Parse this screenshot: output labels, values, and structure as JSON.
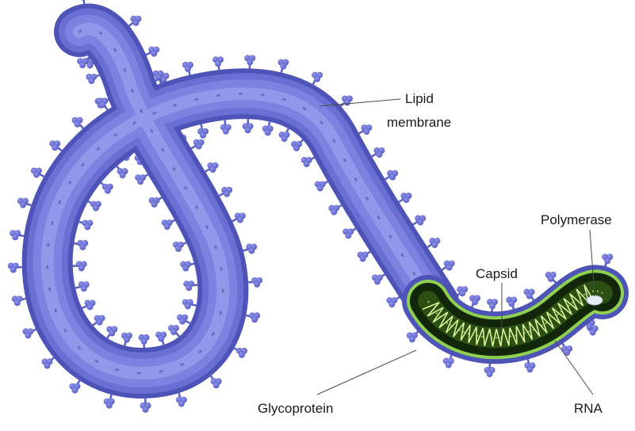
{
  "labels": {
    "lipid_membrane_line1": "Lipid",
    "lipid_membrane_line2": "membrane",
    "polymerase": "Polymerase",
    "capsid": "Capsid",
    "glycoprotein": "Glycoprotein",
    "rna": "RNA"
  },
  "colors": {
    "background": "#ffffff",
    "membrane_outer": "#5a5fc4",
    "membrane_mid": "#6f74d6",
    "membrane_inner": "#8a8fe6",
    "membrane_highlight": "#a8acf2",
    "glycoprotein": "#6a6fcf",
    "capsid_dark": "#12260a",
    "capsid_border": "#8fd14f",
    "rna": "#d8f29a",
    "polymerase": "#e6eef5"
  }
}
